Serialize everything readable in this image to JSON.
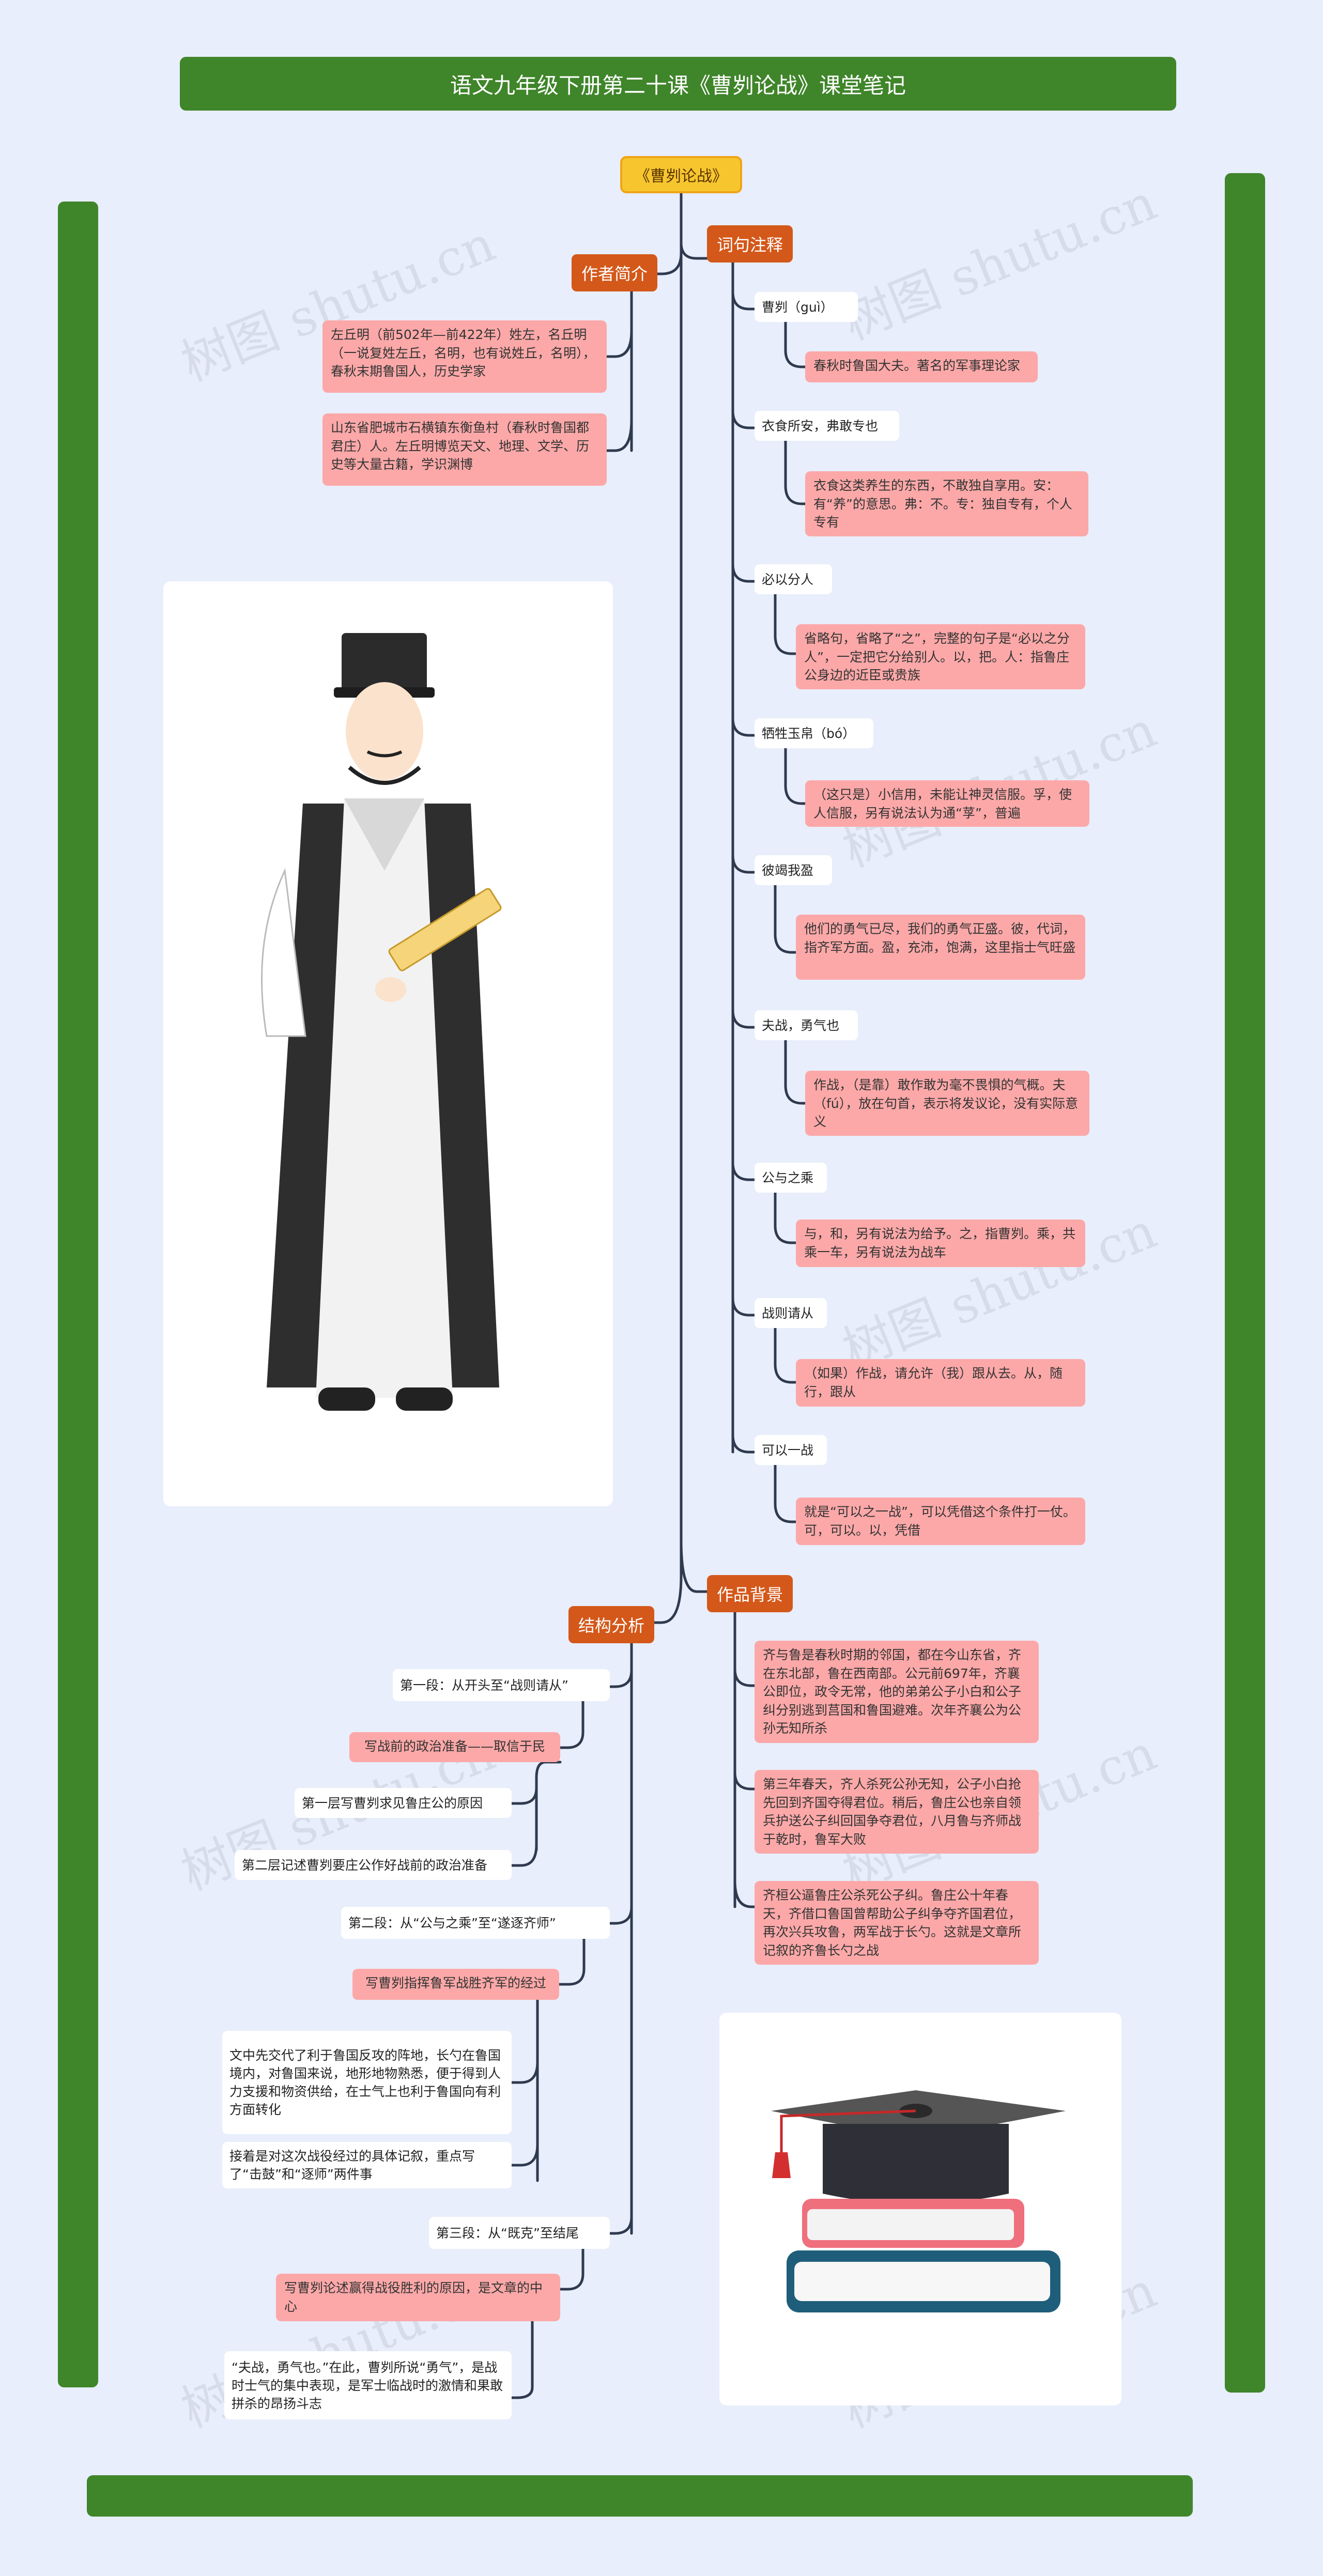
{
  "title": "语文九年级下册第二十课《曹刿论战》课堂笔记",
  "root": "《曹刿论战》",
  "branches": {
    "author": "作者简介",
    "notes": "词句注释",
    "background": "作品背景",
    "structure": "结构分析"
  },
  "author_items": [
    "左丘明（前502年—前422年）姓左，名丘明（一说复姓左丘，名明，也有说姓丘，名明），春秋末期鲁国人，历史学家",
    "山东省肥城市石横镇东衡鱼村（春秋时鲁国都君庄）人。左丘明博览天文、地理、文学、历史等大量古籍，学识渊博"
  ],
  "notes": [
    {
      "term": "曹刿（guì）",
      "explain": "春秋时鲁国大夫。著名的军事理论家"
    },
    {
      "term": "衣食所安，弗敢专也",
      "explain": "衣食这类养生的东西，不敢独自享用。安：有“养”的意思。弗：不。专：独自专有，个人专有"
    },
    {
      "term": "必以分人",
      "explain": "省略句，省略了“之”，完整的句子是“必以之分人”，一定把它分给别人。以，把。人：指鲁庄公身边的近臣或贵族"
    },
    {
      "term": "牺牲玉帛（bó）",
      "explain": "（这只是）小信用，未能让神灵信服。孚，使人信服，另有说法认为通“莩”，普遍"
    },
    {
      "term": "彼竭我盈",
      "explain": "他们的勇气已尽，我们的勇气正盛。彼，代词，指齐军方面。盈，充沛，饱满，这里指士气旺盛"
    },
    {
      "term": "夫战，勇气也",
      "explain": "作战，（是靠）敢作敢为毫不畏惧的气概。夫（fú），放在句首，表示将发议论，没有实际意义"
    },
    {
      "term": "公与之乘",
      "explain": "与，和，另有说法为给予。之，指曹刿。乘，共乘一车，另有说法为战车"
    },
    {
      "term": "战则请从",
      "explain": "（如果）作战，请允许（我）跟从去。从，随行，跟从"
    },
    {
      "term": "可以一战",
      "explain": "就是“可以之一战”，可以凭借这个条件打一仗。可，可以。以，凭借"
    }
  ],
  "background_items": [
    "齐与鲁是春秋时期的邻国，都在今山东省，齐在东北部，鲁在西南部。公元前697年，齐襄公即位，政令无常，他的弟弟公子小白和公子纠分别逃到莒国和鲁国避难。次年齐襄公为公孙无知所杀",
    "第三年春天，齐人杀死公孙无知，公子小白抢先回到齐国夺得君位。稍后，鲁庄公也亲自领兵护送公子纠回国争夺君位，八月鲁与齐师战于乾时，鲁军大败",
    "齐桓公逼鲁庄公杀死公子纠。鲁庄公十年春天，齐借口鲁国曾帮助公子纠争夺齐国君位，再次兴兵攻鲁，两军战于长勺。这就是文章所记叙的齐鲁长勺之战"
  ],
  "structure": [
    {
      "section": "第一段：从开头至“战则请从”",
      "summary": "写战前的政治准备——取信于民",
      "details": [
        "第一层写曹刿求见鲁庄公的原因",
        "第二层记述曹刿要庄公作好战前的政治准备"
      ]
    },
    {
      "section": "第二段：从“公与之乘”至“遂逐齐师”",
      "summary": "写曹刿指挥鲁军战胜齐军的经过",
      "details": [
        "文中先交代了利于鲁国反攻的阵地，长勺在鲁国境内，对鲁国来说，地形地物熟悉，便于得到人力支援和物资供给，在士气上也利于鲁国向有利方面转化",
        "接着是对这次战役经过的具体记叙，重点写了“击鼓”和“逐师”两件事"
      ]
    },
    {
      "section": "第三段：从“既克”至结尾",
      "summary": "写曹刿论述赢得战役胜利的原因，是文章的中心",
      "details": [
        "“夫战，勇气也。”在此，曹刿所说“勇气”，是战时士气的集中表现，是军士临战时的激情和果敢拼杀的昂扬斗志"
      ]
    }
  ],
  "watermark": "树图 shutu.cn",
  "colors": {
    "bar": "#3f852a",
    "head": "#d4581a",
    "root": "#f7c62f",
    "pink": "#fca8a8",
    "line": "#2f3a4f",
    "bg": "#e8eefb"
  }
}
